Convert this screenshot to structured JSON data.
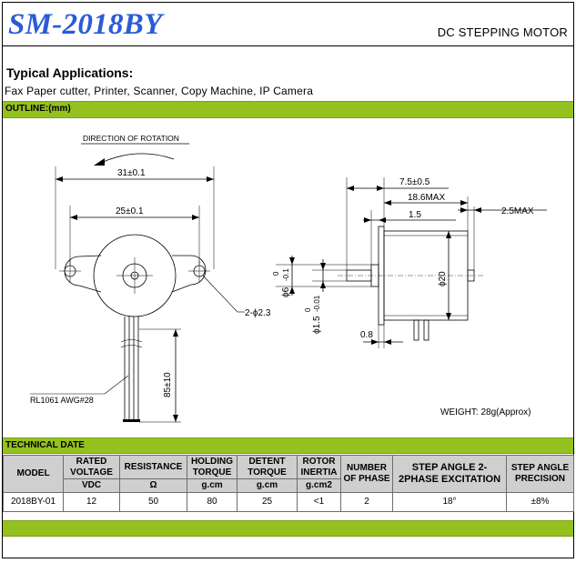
{
  "header": {
    "model": "SM-2018BY",
    "motor_type": "DC STEPPING MOTOR"
  },
  "applications": {
    "title": "Typical Applications:",
    "text": "Fax Paper cutter, Printer, Scanner, Copy Machine, IP Camera"
  },
  "outline": {
    "bar_label": "OUTLINE:(mm)",
    "rotation_label": "DIRECTION OF ROTATION",
    "dim_width_outer": "31±0.1",
    "dim_width_inner": "25±0.1",
    "dim_hole": "2-ϕ2.3",
    "dim_lead_length": "85±10",
    "lead_wire": "RL1061 AWG#28",
    "dim_total_length": "7.5±0.5",
    "dim_body_max": "18.6MAX",
    "dim_shaft_ext": "1.5",
    "dim_rear_max": "2.5MAX",
    "dim_boss_upper": "0",
    "dim_boss_lower": "-0.1",
    "dim_boss_dia": "ϕ6",
    "dim_shaft_upper": "0",
    "dim_shaft_lower": "-0.01",
    "dim_shaft_dia": "ϕ1.5",
    "dim_body_dia": "ϕ20",
    "dim_flange": "0.8",
    "weight": "WEIGHT: 28g(Approx)"
  },
  "technical": {
    "bar_label": "TECHNICAL DATE",
    "headers": {
      "model": "MODEL",
      "rated_voltage": "RATED VOLTAGE",
      "resistance": "RESISTANCE",
      "holding_torque": "HOLDING TORQUE",
      "detent_torque": "DETENT TORQUE",
      "rotor_inertia": "ROTOR INERTIA",
      "number_of_phase": "NUMBER OF PHASE",
      "step_angle": "STEP ANGLE 2-2PHASE EXCITATION",
      "step_precision": "STEP ANGLE PRECISION"
    },
    "units": {
      "rated_voltage": "VDC",
      "resistance": "Ω",
      "holding_torque": "g.cm",
      "detent_torque": "g.cm",
      "rotor_inertia": "g.cm2"
    },
    "row": {
      "model": "2018BY-01",
      "rated_voltage": "12",
      "resistance": "50",
      "holding_torque": "80",
      "detent_torque": "25",
      "rotor_inertia": "<1",
      "number_of_phase": "2",
      "step_angle": "18°",
      "step_precision": "±8%"
    }
  }
}
